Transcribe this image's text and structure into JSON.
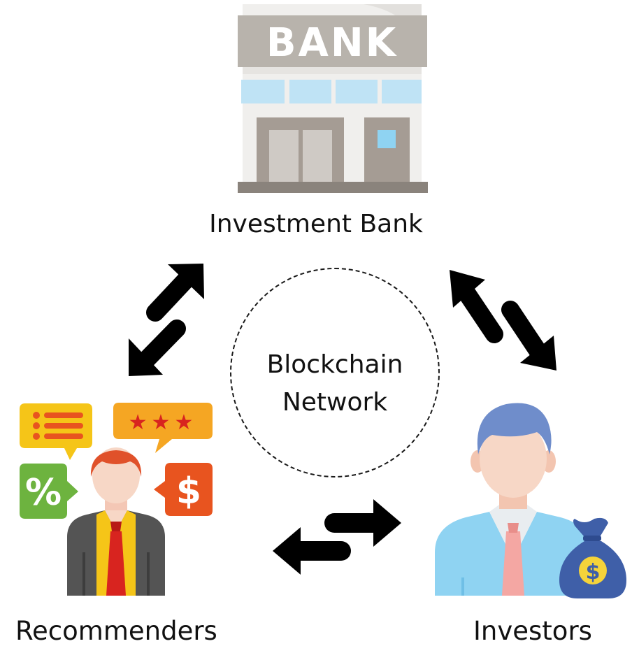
{
  "nodes": {
    "bank": {
      "label": "Investment Bank",
      "sign_text": "BANK",
      "icon": "bank-building-icon"
    },
    "recommenders": {
      "label": "Recommenders",
      "icon": "recommender-person-icon",
      "badges": [
        {
          "icon": "list-speech-bubble-icon"
        },
        {
          "icon": "stars-speech-bubble-icon",
          "text": "★★★"
        },
        {
          "icon": "percent-badge-icon",
          "text": "%"
        },
        {
          "icon": "dollar-badge-icon",
          "text": "$"
        }
      ]
    },
    "investors": {
      "label": "Investors",
      "icon": "investor-person-icon",
      "bag_icon": "money-bag-icon",
      "bag_text": "$"
    }
  },
  "center": {
    "line1": "Blockchain",
    "line2": "Network"
  },
  "colors": {
    "arrow": "#000000",
    "bank_sign": "#b9b4ad",
    "bank_window": "#bfe3f5",
    "bank_door": "#a79e96",
    "recommender_suit": "#545454",
    "recommender_tie": "#d8241f",
    "recommender_hair": "#e0512a",
    "investor_suit": "#8fd3f2",
    "investor_hair": "#6f8dcb",
    "investor_tie": "#f4a7a3",
    "money_bag": "#3f5fa8",
    "coin": "#f5d33a"
  }
}
